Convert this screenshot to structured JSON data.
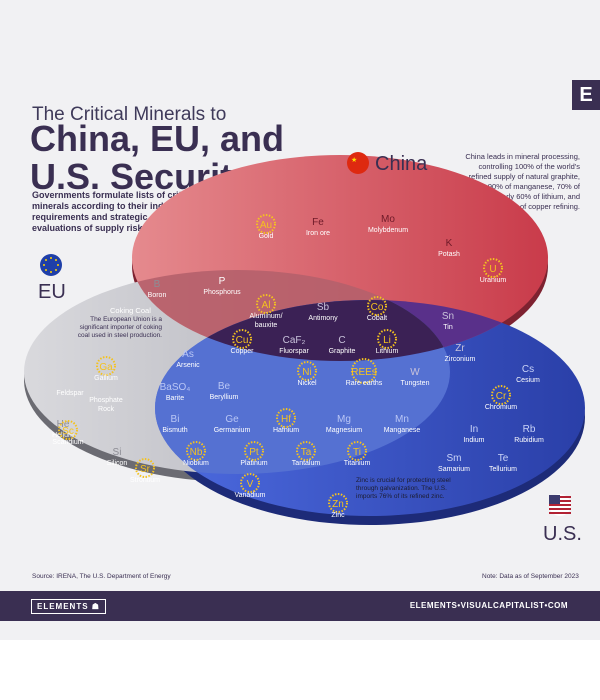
{
  "branding": {
    "logo_letter": "E",
    "footer_brand": "ELEMENTS",
    "footer_brand_mark": "☗",
    "footer_site": "ELEMENTS•VISUALCAPITALIST•COM"
  },
  "header": {
    "title_pre": "The Critical Minerals to",
    "title_main": "China, EU, and U.S. Security",
    "intro": "Governments formulate lists of critical minerals according to their industrial requirements and strategic evaluations of supply risks."
  },
  "regions": {
    "china": {
      "label": "China",
      "color": "#d24a55"
    },
    "eu": {
      "label": "EU",
      "color": "#b7b7bd"
    },
    "us": {
      "label": "U.S.",
      "color": "#3a56c7"
    }
  },
  "notes": {
    "china": "China leads in mineral processing, controlling 100% of the world's refined supply of natural graphite, over 90% of manganese, 70% of cobalt, nearly 60% of lithium, and 40% of copper refining.",
    "coking_title": "Coking Coal",
    "coking": "The European Union is a significant importer of coking coal used in steel production.",
    "zinc": "Zinc is crucial for protecting steel through galvanization. The U.S. imports 76% of its refined zinc."
  },
  "minerals": [
    {
      "symbol": "Au",
      "name": "Gold",
      "region": "china",
      "highlight": true
    },
    {
      "symbol": "Fe",
      "name": "Iron ore",
      "region": "china",
      "highlight": false
    },
    {
      "symbol": "Mo",
      "name": "Molybdenum",
      "region": "china",
      "highlight": false
    },
    {
      "symbol": "K",
      "name": "Potash",
      "region": "china",
      "highlight": false
    },
    {
      "symbol": "U",
      "name": "Uranium",
      "region": "china",
      "highlight": true
    },
    {
      "symbol": "B",
      "name": "Boron",
      "region": "eu",
      "highlight": false
    },
    {
      "symbol": "P",
      "name": "Phosphorus",
      "region": "china-eu",
      "highlight": false
    },
    {
      "symbol": "Al",
      "name": "Aluminum/ bauxite",
      "region": "all",
      "highlight": true
    },
    {
      "symbol": "Sb",
      "name": "Antimony",
      "region": "all",
      "highlight": false
    },
    {
      "symbol": "Co",
      "name": "Cobalt",
      "region": "all",
      "highlight": true
    },
    {
      "symbol": "Cu",
      "name": "Copper",
      "region": "all",
      "highlight": true
    },
    {
      "symbol": "CaF₂",
      "name": "Fluorspar",
      "region": "all",
      "highlight": false
    },
    {
      "symbol": "C",
      "name": "Graphite",
      "region": "all",
      "highlight": false
    },
    {
      "symbol": "Li",
      "name": "Lithium",
      "region": "all",
      "highlight": true
    },
    {
      "symbol": "Ni",
      "name": "Nickel",
      "region": "all",
      "highlight": true
    },
    {
      "symbol": "REEs",
      "name": "Rare earths",
      "region": "all",
      "highlight": true
    },
    {
      "symbol": "W",
      "name": "Tungsten",
      "region": "all",
      "highlight": false
    },
    {
      "symbol": "Sn",
      "name": "Tin",
      "region": "china-us",
      "highlight": false
    },
    {
      "symbol": "Zr",
      "name": "Zirconium",
      "region": "china-us",
      "highlight": false
    },
    {
      "symbol": "As",
      "name": "Arsenic",
      "region": "eu-us",
      "highlight": false
    },
    {
      "symbol": "BaSO₄",
      "name": "Barite",
      "region": "eu-us",
      "highlight": false
    },
    {
      "symbol": "Be",
      "name": "Beryllium",
      "region": "eu-us",
      "highlight": false
    },
    {
      "symbol": "Bi",
      "name": "Bismuth",
      "region": "eu-us",
      "highlight": false
    },
    {
      "symbol": "Ge",
      "name": "Germanium",
      "region": "eu-us",
      "highlight": false
    },
    {
      "symbol": "Hf",
      "name": "Hafnium",
      "region": "eu-us",
      "highlight": true
    },
    {
      "symbol": "Mg",
      "name": "Magnesium",
      "region": "eu-us",
      "highlight": false
    },
    {
      "symbol": "Mn",
      "name": "Manganese",
      "region": "eu-us",
      "highlight": false
    },
    {
      "symbol": "Nb",
      "name": "Niobium",
      "region": "eu-us",
      "highlight": true
    },
    {
      "symbol": "Pt",
      "name": "Platinum",
      "region": "eu-us",
      "highlight": true
    },
    {
      "symbol": "Ta",
      "name": "Tantalum",
      "region": "eu-us",
      "highlight": true
    },
    {
      "symbol": "Ti",
      "name": "Titanium",
      "region": "eu-us",
      "highlight": true
    },
    {
      "symbol": "V",
      "name": "Vanadium",
      "region": "eu-us",
      "highlight": true
    },
    {
      "symbol": "Ga",
      "name": "Gallium",
      "region": "eu",
      "highlight": true
    },
    {
      "symbol": "",
      "name": "Feldspar",
      "region": "eu",
      "highlight": false
    },
    {
      "symbol": "He",
      "name": "Helium",
      "region": "eu",
      "highlight": false
    },
    {
      "symbol": "",
      "name": "Phosphate Rock",
      "region": "eu",
      "highlight": false
    },
    {
      "symbol": "Sc",
      "name": "Scandium",
      "region": "eu",
      "highlight": true
    },
    {
      "symbol": "Si",
      "name": "Silicon",
      "region": "eu",
      "highlight": false
    },
    {
      "symbol": "Sr",
      "name": "Strontium",
      "region": "eu",
      "highlight": true
    },
    {
      "symbol": "Cs",
      "name": "Cesium",
      "region": "us",
      "highlight": false
    },
    {
      "symbol": "Cr",
      "name": "Chromium",
      "region": "us",
      "highlight": true
    },
    {
      "symbol": "In",
      "name": "Indium",
      "region": "us",
      "highlight": false
    },
    {
      "symbol": "Rb",
      "name": "Rubidium",
      "region": "us",
      "highlight": false
    },
    {
      "symbol": "Sm",
      "name": "Samarium",
      "region": "us",
      "highlight": false
    },
    {
      "symbol": "Te",
      "name": "Tellurium",
      "region": "us",
      "highlight": false
    },
    {
      "symbol": "Zn",
      "name": "Zinc",
      "region": "us",
      "highlight": true
    }
  ],
  "footer": {
    "source": "Source: IRENA, The U.S. Department of Energy",
    "date_note": "Note: Data as of September 2023"
  }
}
